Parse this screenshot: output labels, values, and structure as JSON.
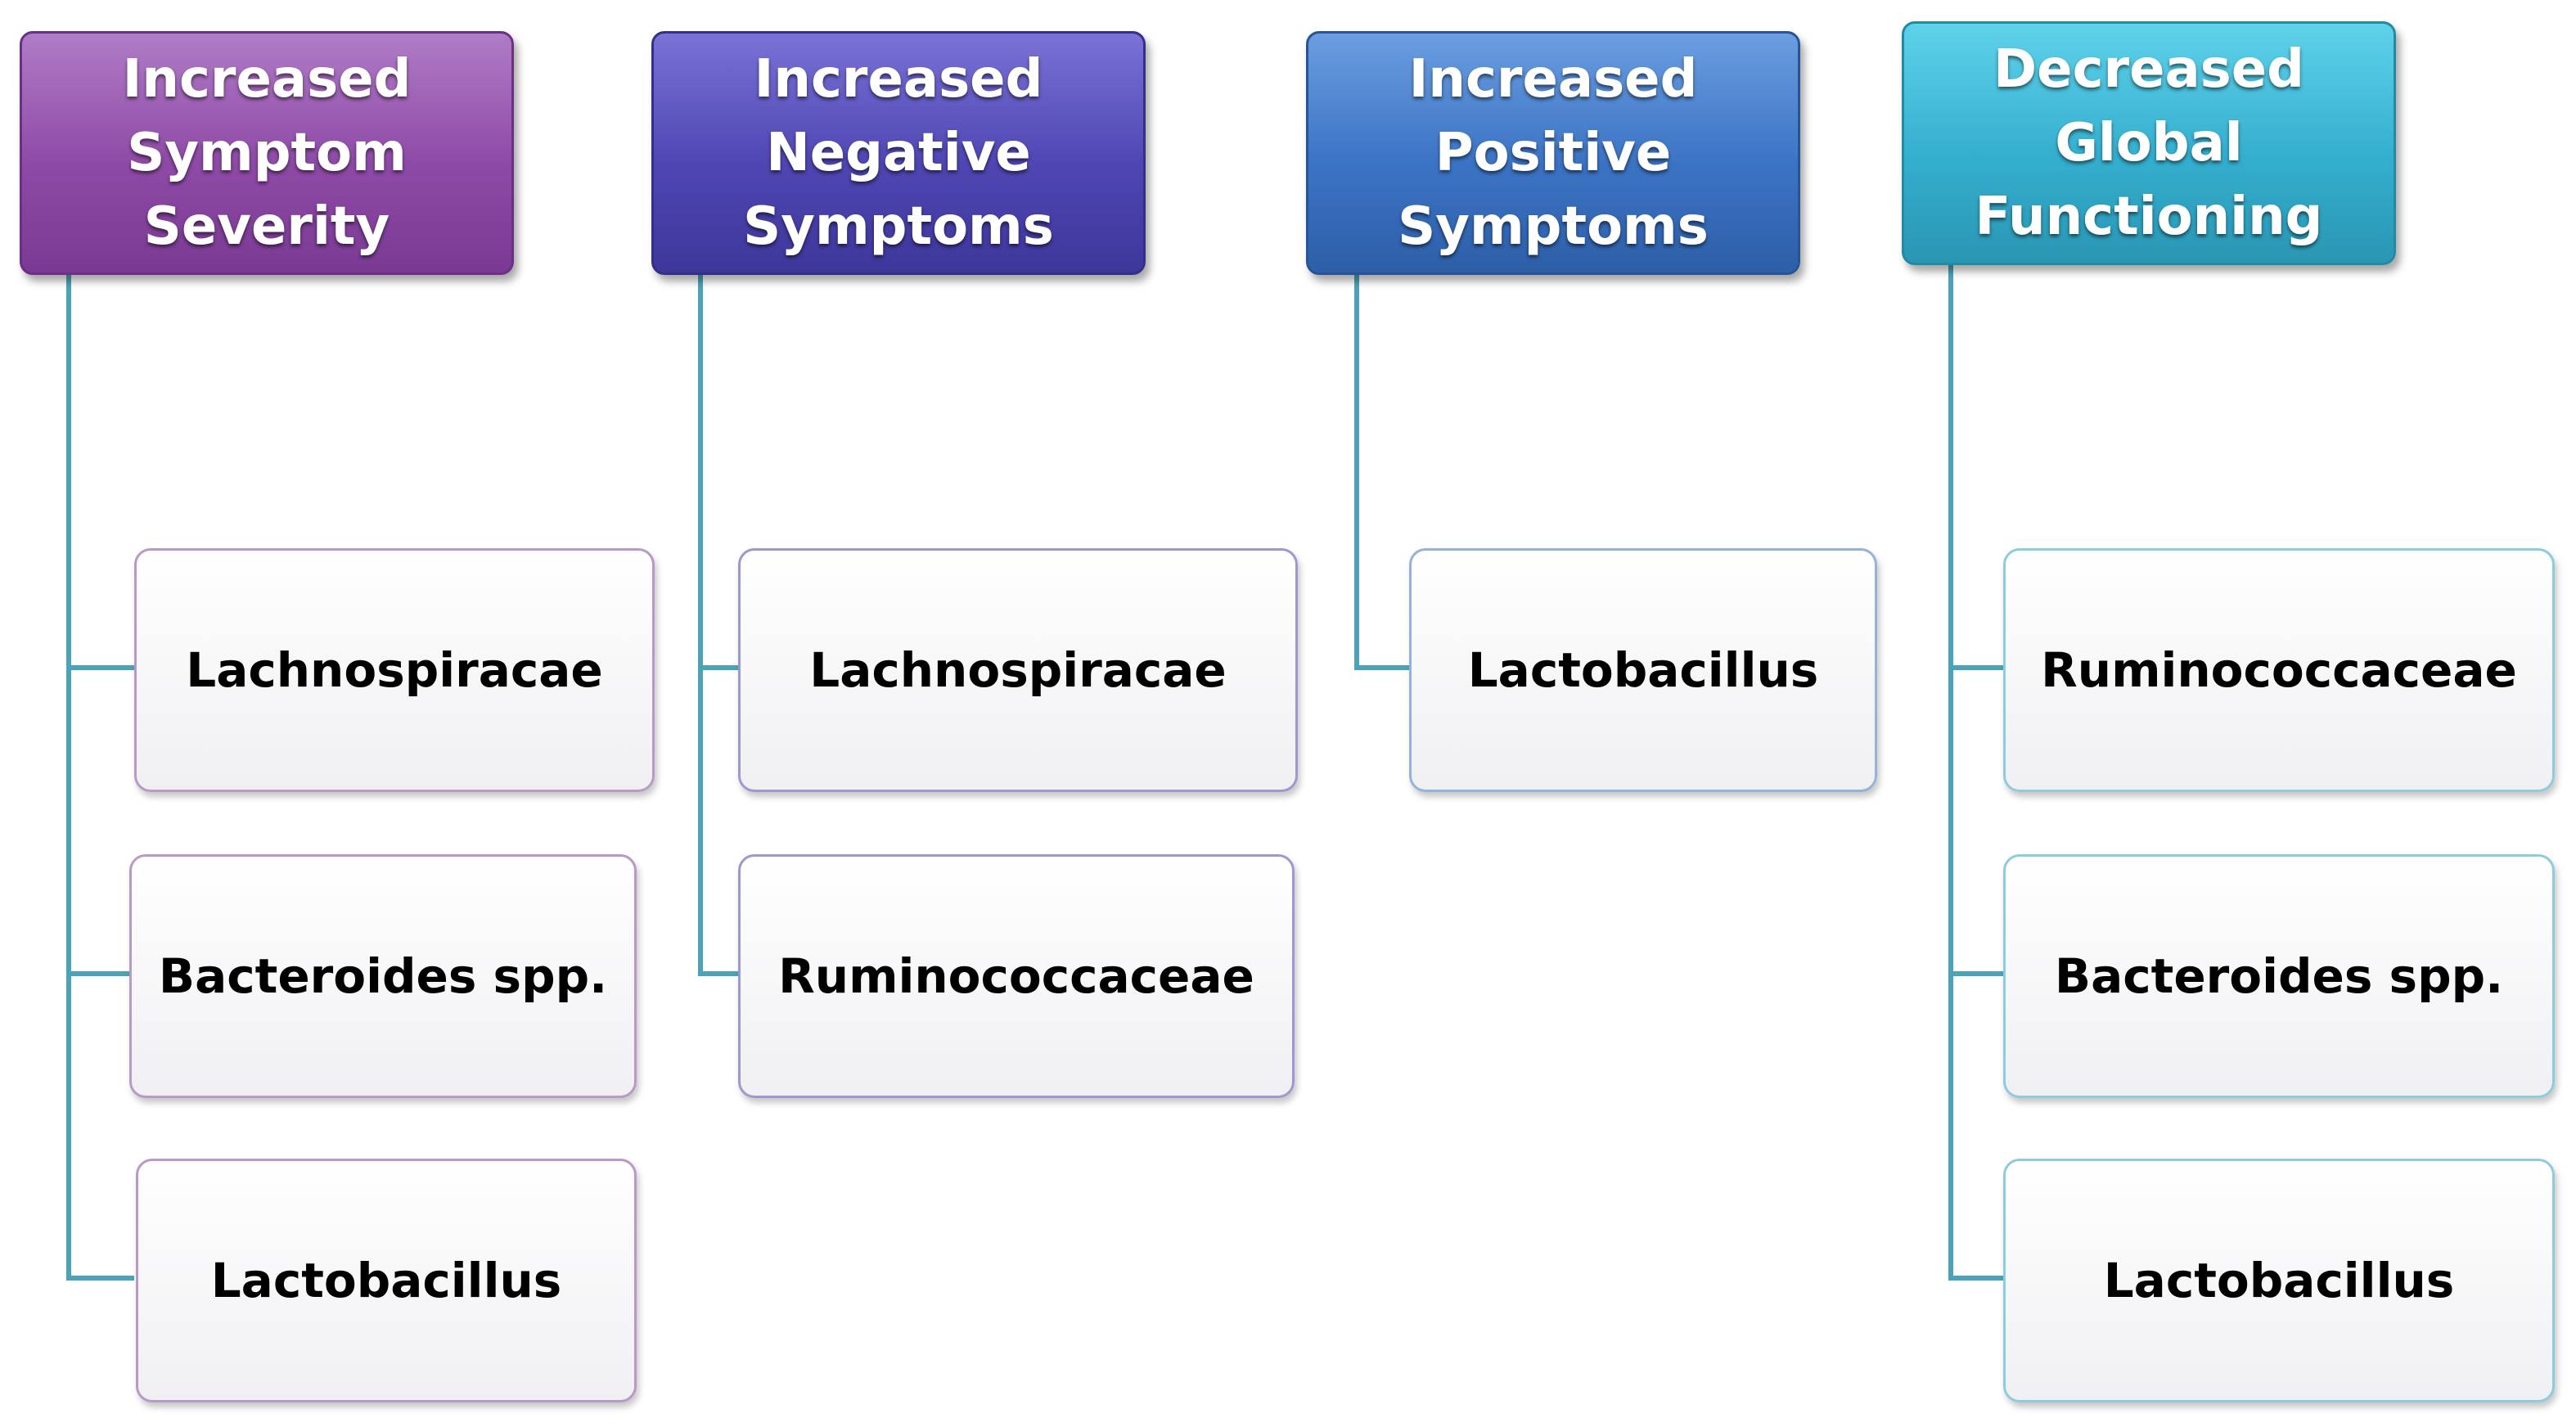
{
  "colors": {
    "connector": "#4ba3b8",
    "column_1": "#8e4aa6",
    "column_2": "#4f46b3",
    "column_3": "#3b73c4",
    "column_4": "#35afcf"
  },
  "columns": [
    {
      "header": [
        "Increased",
        "Symptom",
        "Severity"
      ],
      "items": [
        "Lachnospiracae",
        "Bacteroides spp.",
        "Lactobacillus"
      ]
    },
    {
      "header": [
        "Increased",
        "Negative",
        "Symptoms"
      ],
      "items": [
        "Lachnospiracae",
        "Ruminococcaceae"
      ]
    },
    {
      "header": [
        "Increased",
        "Positive",
        "Symptoms"
      ],
      "items": [
        "Lactobacillus"
      ]
    },
    {
      "header": [
        "Decreased",
        "Global",
        "Functioning"
      ],
      "items": [
        "Ruminococcaceae",
        "Bacteroides spp.",
        "Lactobacillus"
      ]
    }
  ]
}
